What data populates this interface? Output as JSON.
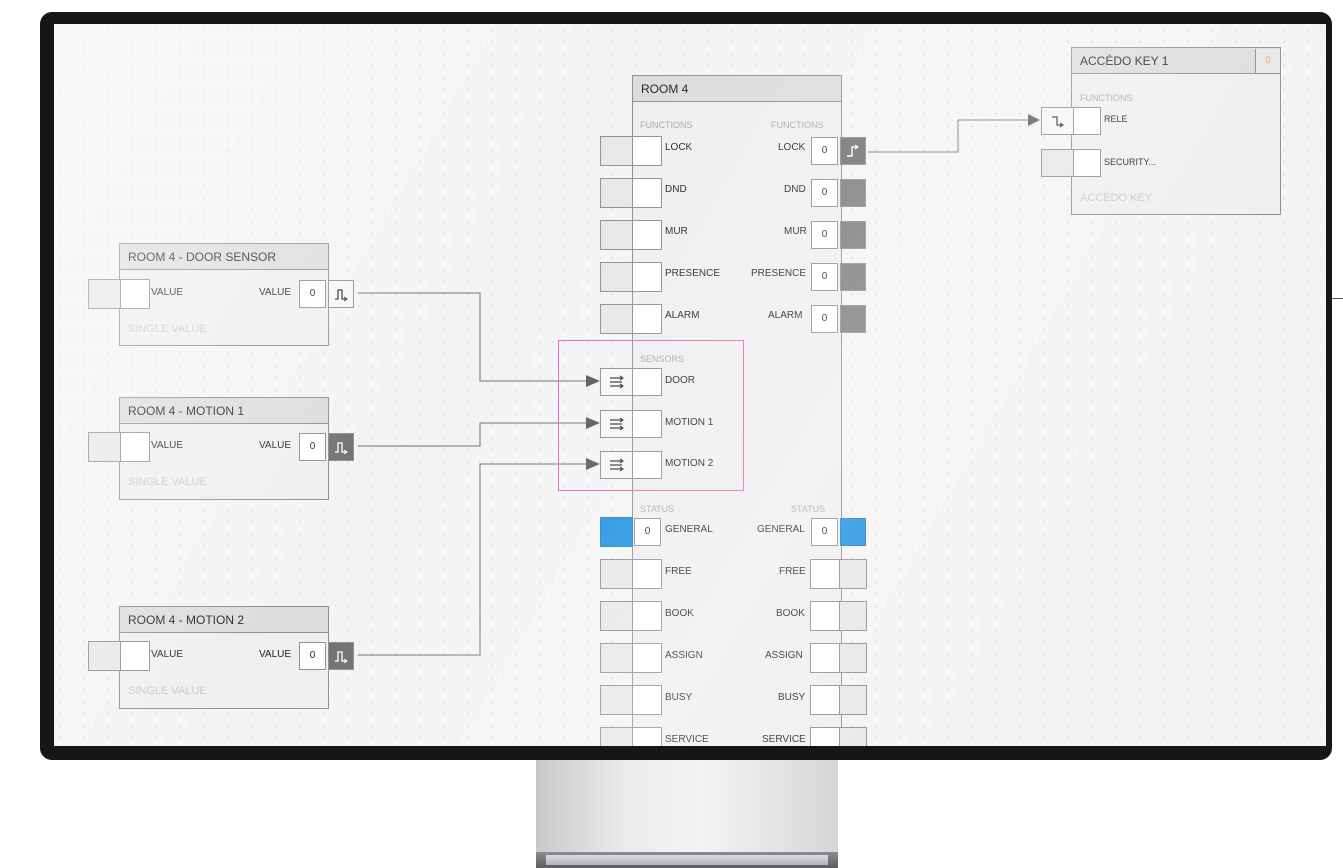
{
  "room4": {
    "title": "ROOM 4",
    "functions_left": "FUNCTIONS",
    "functions_right": "FUNCTIONS",
    "functions": [
      {
        "label": "LOCK",
        "value": "0"
      },
      {
        "label": "DND",
        "value": "0"
      },
      {
        "label": "MUR",
        "value": "0"
      },
      {
        "label": "PRESENCE",
        "value": "0"
      },
      {
        "label": "ALARM",
        "value": "0"
      }
    ],
    "sensors_label": "SENSORS",
    "sensors": [
      "DOOR",
      "MOTION 1",
      "MOTION 2"
    ],
    "status_left": "STATUS",
    "status_right": "STATUS",
    "status": [
      {
        "label": "GENERAL",
        "value": "0"
      },
      {
        "label": "FREE"
      },
      {
        "label": "BOOK"
      },
      {
        "label": "ASSIGN"
      },
      {
        "label": "BUSY"
      },
      {
        "label": "SERVICE"
      }
    ]
  },
  "accedo": {
    "title": "ACCÉDO KEY 1",
    "badge": "0",
    "functions_label": "FUNCTIONS",
    "items": [
      "RELE",
      "SECURITY..."
    ],
    "footer": "ACCÉDO KEY"
  },
  "sensors_nodes": [
    {
      "title": "ROOM 4 - DOOR SENSOR",
      "in_label": "VALUE",
      "out_label": "VALUE",
      "value": "0",
      "footer": "SINGLE VALUE"
    },
    {
      "title": "ROOM 4 - MOTION 1",
      "in_label": "VALUE",
      "out_label": "VALUE",
      "value": "0",
      "footer": "SINGLE VALUE"
    },
    {
      "title": "ROOM 4 - MOTION 2",
      "in_label": "VALUE",
      "out_label": "VALUE",
      "value": "0",
      "footer": "SINGLE VALUE"
    }
  ],
  "colors": {
    "accent_blue": "#1a8ee0",
    "highlight": "#ee5fbf",
    "badge": "#f0b030"
  },
  "icons": {
    "signal_out": "pulse-out-icon",
    "sensor_in": "arrows-in-icon",
    "rele_in": "step-down-icon"
  }
}
